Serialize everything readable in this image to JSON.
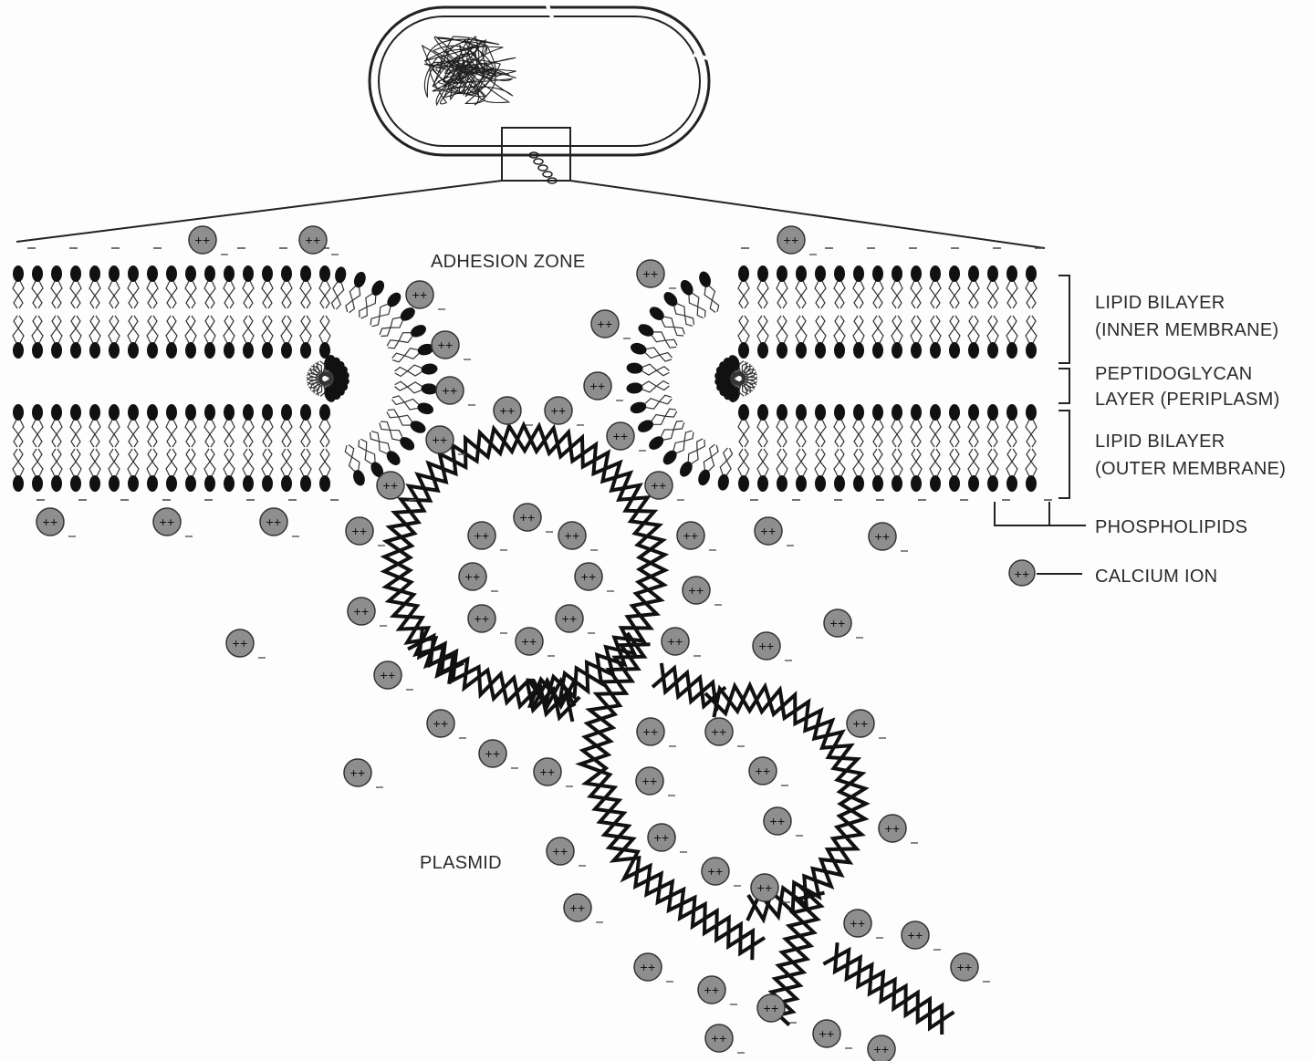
{
  "labels": {
    "adhesion_zone": "ADHESION ZONE",
    "inner_membrane_line1": "LIPID BILAYER",
    "inner_membrane_line2": "(INNER MEMBRANE)",
    "peptidoglycan_line1": "PEPTIDOGLYCAN",
    "peptidoglycan_line2": "LAYER (PERIPLASM)",
    "outer_membrane_line1": "LIPID BILAYER",
    "outer_membrane_line2": "(OUTER MEMBRANE)",
    "phospholipids": "PHOSPHOLIPIDS",
    "calcium_ion": "CALCIUM ION",
    "plasmid": "PLASMID"
  },
  "ion_symbol": "++",
  "charge_symbol": "–",
  "colors": {
    "ink": "#111111",
    "ion_fill": "#8e8e8e",
    "background": "#fdfdfd"
  }
}
